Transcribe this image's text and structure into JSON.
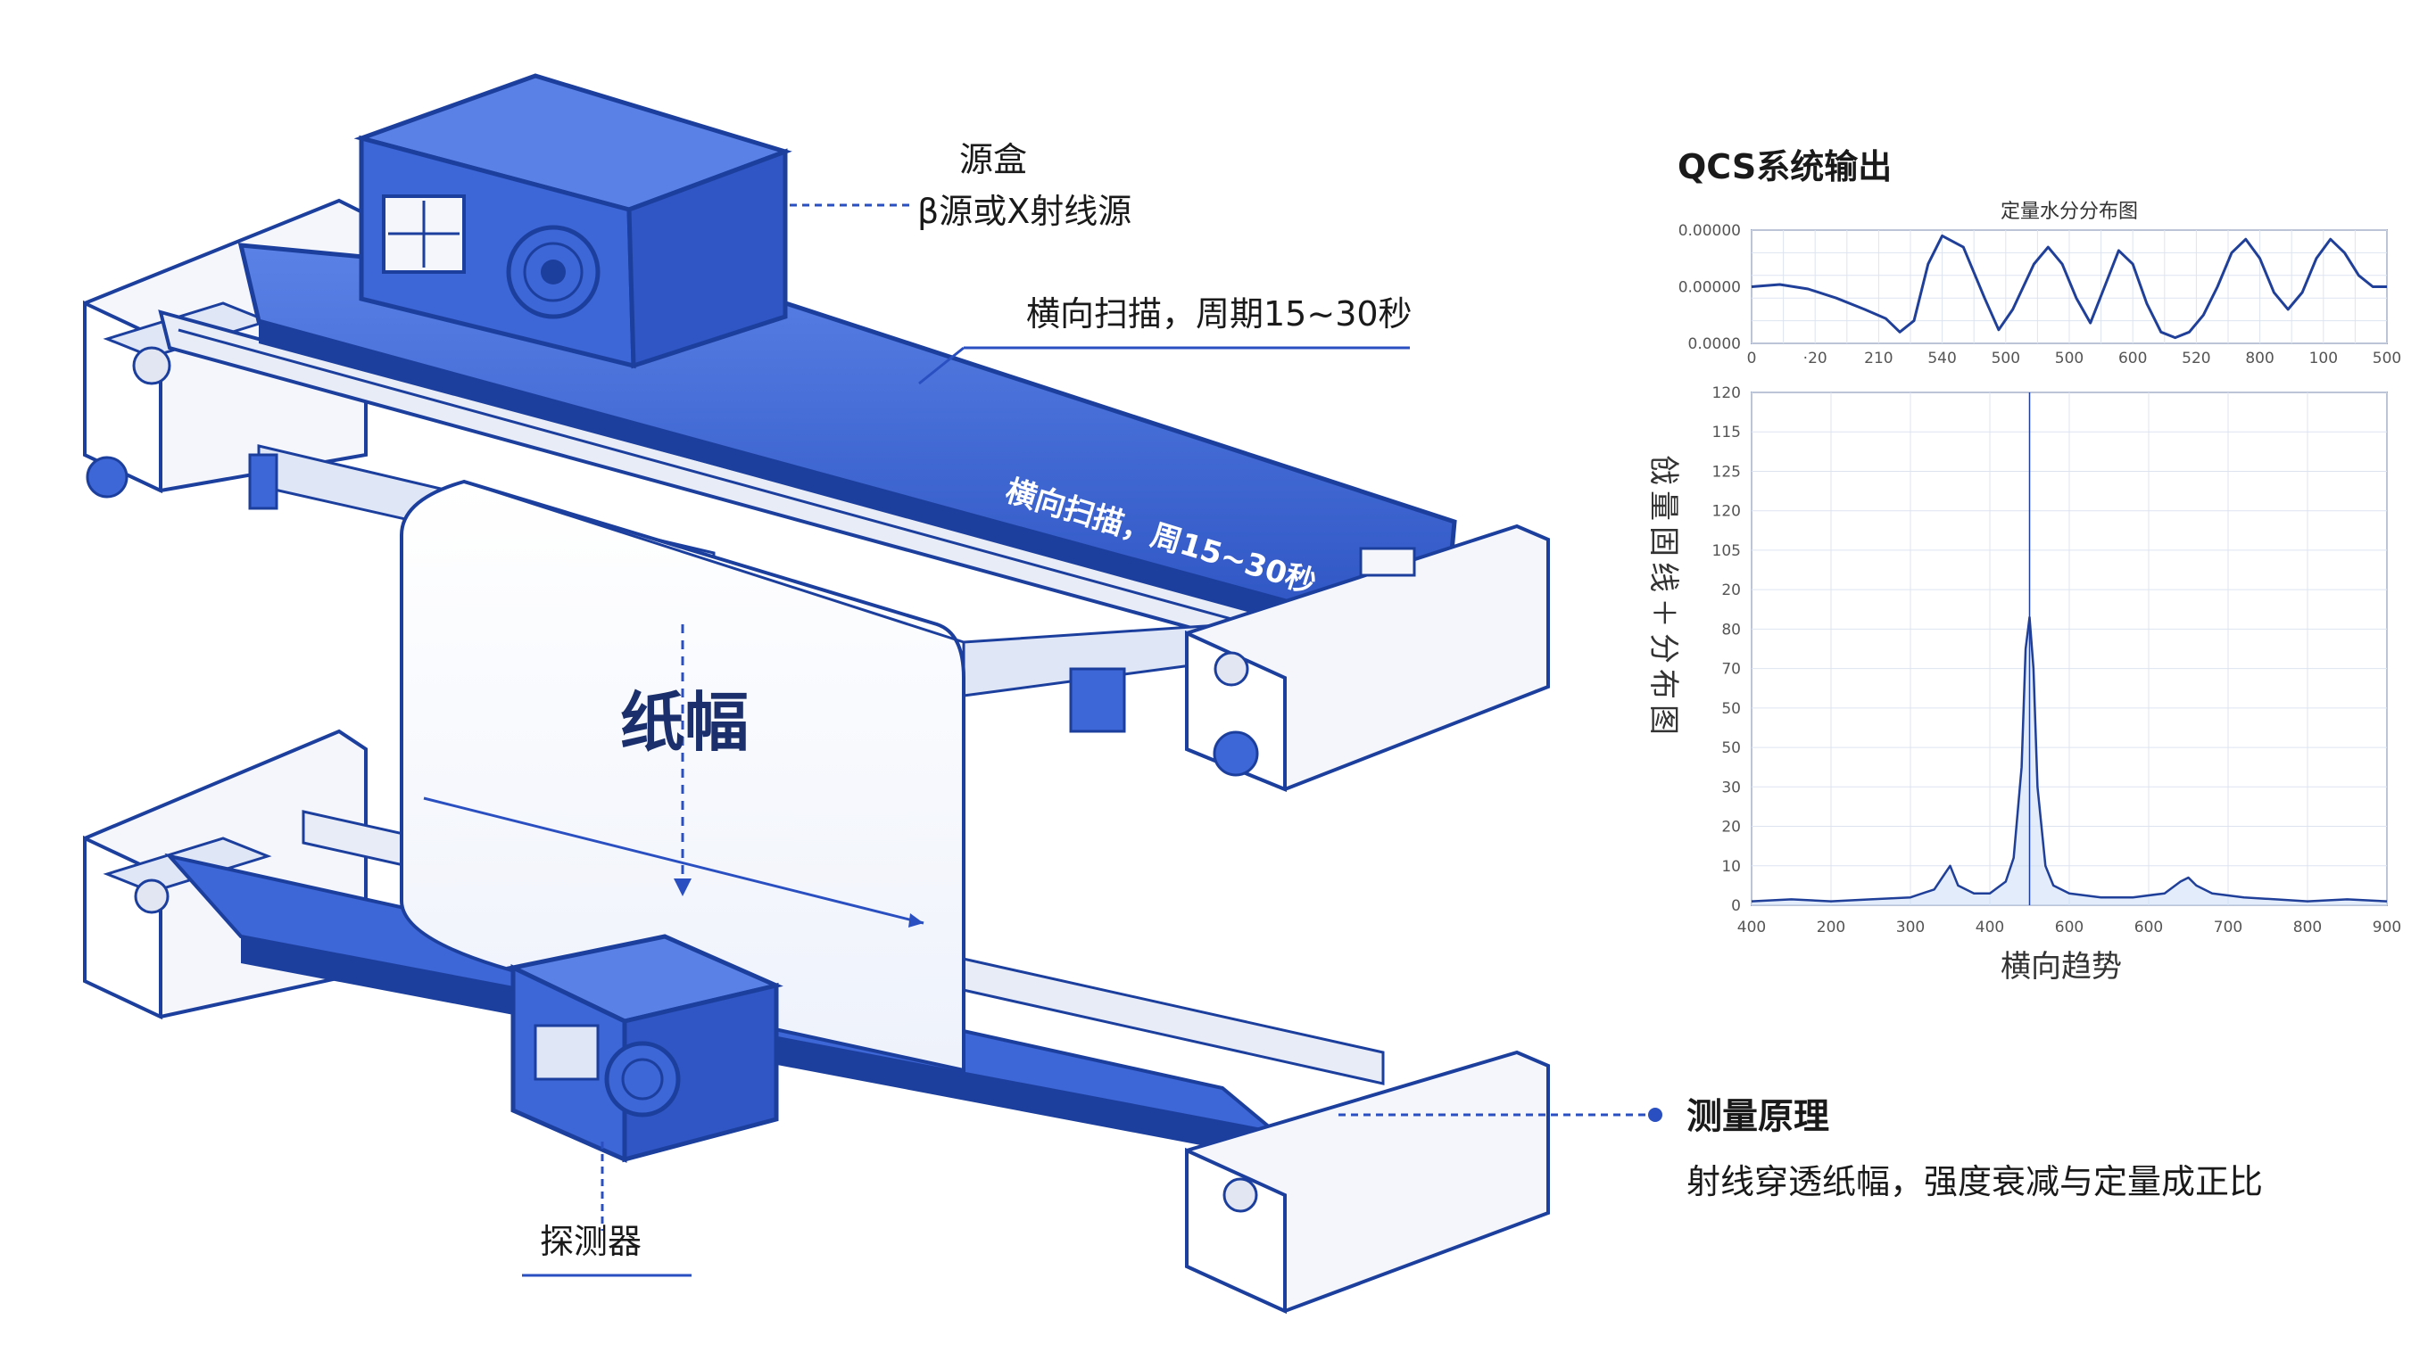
{
  "labels": {
    "source_box_title": "源盒",
    "source_box_sub": "β源或X射线源",
    "scan_label": "横向扫描，周期15~30秒",
    "beam_label": "横向扫描，周15~30秒",
    "paper_label": "纸幅",
    "detector_label": "探测器",
    "principle_title": "测量原理",
    "principle_desc": "射线穿透纸幅，强度衰减与定量成正比"
  },
  "colors": {
    "machine_blue": "#3d66d6",
    "machine_dark": "#1c3f9e",
    "frame_white": "#f4f6fb",
    "line_blue": "#2a4fc0",
    "chart_line": "#1f3f99",
    "chart_fill": "#cfe0f7"
  },
  "icons": [
    "knob-icon",
    "fan-grill-icon",
    "vent-icon",
    "dot-marker-icon"
  ],
  "qcs": {
    "title": "QCS系统输出",
    "ylabel_vertical": "戗量固线＋分布图",
    "xlabel": "横向趋势"
  },
  "chart_data": [
    {
      "type": "line",
      "title": "定量水分分布图",
      "xlim": [
        0,
        900
      ],
      "ylim": [
        0,
        1
      ],
      "x_tick_labels": [
        "0",
        "·20",
        "210",
        "540",
        "500",
        "500",
        "600",
        "520",
        "800",
        "100",
        "500"
      ],
      "y_tick_labels": [
        "0.00000",
        "0.00000",
        "0.0000"
      ],
      "grid": true,
      "series": [
        {
          "x": [
            0,
            40,
            80,
            120,
            160,
            190,
            210,
            230,
            250,
            270,
            300,
            330,
            350,
            370,
            400,
            420,
            440,
            460,
            480,
            500,
            520,
            540,
            560,
            580,
            600,
            620,
            640,
            660,
            680,
            700,
            720,
            740,
            760,
            780,
            800,
            820,
            840,
            860,
            880,
            900
          ],
          "y": [
            0.5,
            0.52,
            0.48,
            0.4,
            0.3,
            0.22,
            0.1,
            0.2,
            0.7,
            0.95,
            0.85,
            0.4,
            0.12,
            0.3,
            0.7,
            0.85,
            0.7,
            0.4,
            0.18,
            0.5,
            0.82,
            0.7,
            0.35,
            0.1,
            0.05,
            0.1,
            0.25,
            0.5,
            0.8,
            0.92,
            0.75,
            0.45,
            0.3,
            0.45,
            0.75,
            0.92,
            0.8,
            0.6,
            0.5,
            0.5
          ]
        }
      ]
    },
    {
      "type": "line",
      "xlim": [
        100,
        900
      ],
      "ylim": [
        0,
        130
      ],
      "x_tick_labels": [
        "400",
        "200",
        "300",
        "400",
        "600",
        "600",
        "700",
        "800",
        "900"
      ],
      "y_tick_labels": [
        "120",
        "115",
        "125",
        "120",
        "105",
        "20",
        "80",
        "70",
        "50",
        "50",
        "30",
        "20",
        "10",
        "0"
      ],
      "grid": true,
      "series": [
        {
          "x": [
            100,
            150,
            200,
            250,
            300,
            330,
            340,
            350,
            360,
            380,
            400,
            420,
            430,
            440,
            445,
            450,
            455,
            460,
            470,
            480,
            500,
            540,
            580,
            620,
            640,
            650,
            660,
            680,
            720,
            760,
            800,
            850,
            900
          ],
          "y": [
            1,
            1.5,
            1,
            1.5,
            2,
            4,
            7,
            10,
            5,
            3,
            3,
            6,
            12,
            35,
            65,
            73,
            60,
            30,
            10,
            5,
            3,
            2,
            2,
            3,
            6,
            7,
            5,
            3,
            2,
            1.5,
            1,
            1.5,
            1
          ]
        }
      ]
    }
  ]
}
